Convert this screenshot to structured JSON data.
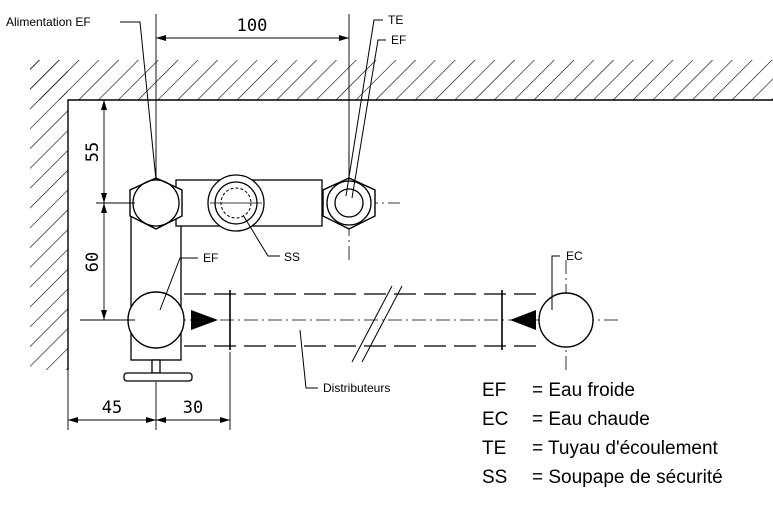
{
  "labels": {
    "alimentation": "Alimentation EF",
    "te_top": "TE",
    "ef_top": "EF",
    "ef_left": "EF",
    "ss": "SS",
    "ec": "EC",
    "distributeurs": "Distributeurs"
  },
  "dimensions": {
    "d100": "100",
    "d55": "55",
    "d60": "60",
    "d45": "45",
    "d30": "30"
  },
  "legend": [
    {
      "code": "EF",
      "meaning": "= Eau froide"
    },
    {
      "code": "EC",
      "meaning": "= Eau chaude"
    },
    {
      "code": "TE",
      "meaning": "= Tuyau d'écoulement"
    },
    {
      "code": "SS",
      "meaning": "= Soupape de sécurité"
    }
  ]
}
